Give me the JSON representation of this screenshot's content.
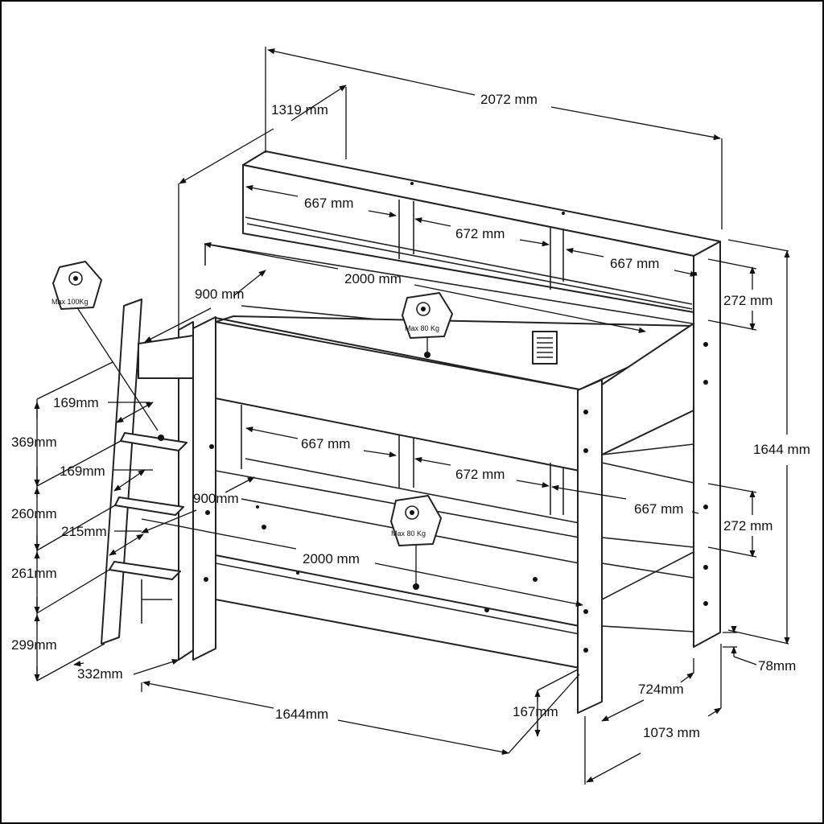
{
  "dimensions": {
    "total_length": "2072 mm",
    "ladder_depth_top": "1319 mm",
    "top_shelf_left": "667 mm",
    "top_shelf_middle": "672 mm",
    "top_shelf_right": "667 mm",
    "top_mattress_length": "2000 mm",
    "top_mattress_width": "900 mm",
    "top_shelf_height": "272 mm",
    "total_height": "1644 mm",
    "step_offset_1": "169mm",
    "step_offset_2": "169mm",
    "step_offset_3": "215mm",
    "step_height_1": "369mm",
    "step_height_2": "260mm",
    "step_height_3": "261mm",
    "step_height_4": "299mm",
    "bottom_shelf_left": "667 mm",
    "bottom_shelf_middle": "672 mm",
    "bottom_shelf_right": "667 mm",
    "bottom_mattress_width": "900mm",
    "bottom_mattress_length": "2000 mm",
    "bottom_shelf_height": "272 mm",
    "ladder_step_depth": "332mm",
    "bottom_width": "1644mm",
    "bottom_rail_height": "167mm",
    "bed_width_inner": "724mm",
    "bed_width_total": "1073 mm",
    "foot_height": "78mm"
  },
  "weights": {
    "ladder": "Max 100Kg",
    "top_bed": "Max 80  Kg",
    "bottom_bed": "Max 80 Kg"
  }
}
